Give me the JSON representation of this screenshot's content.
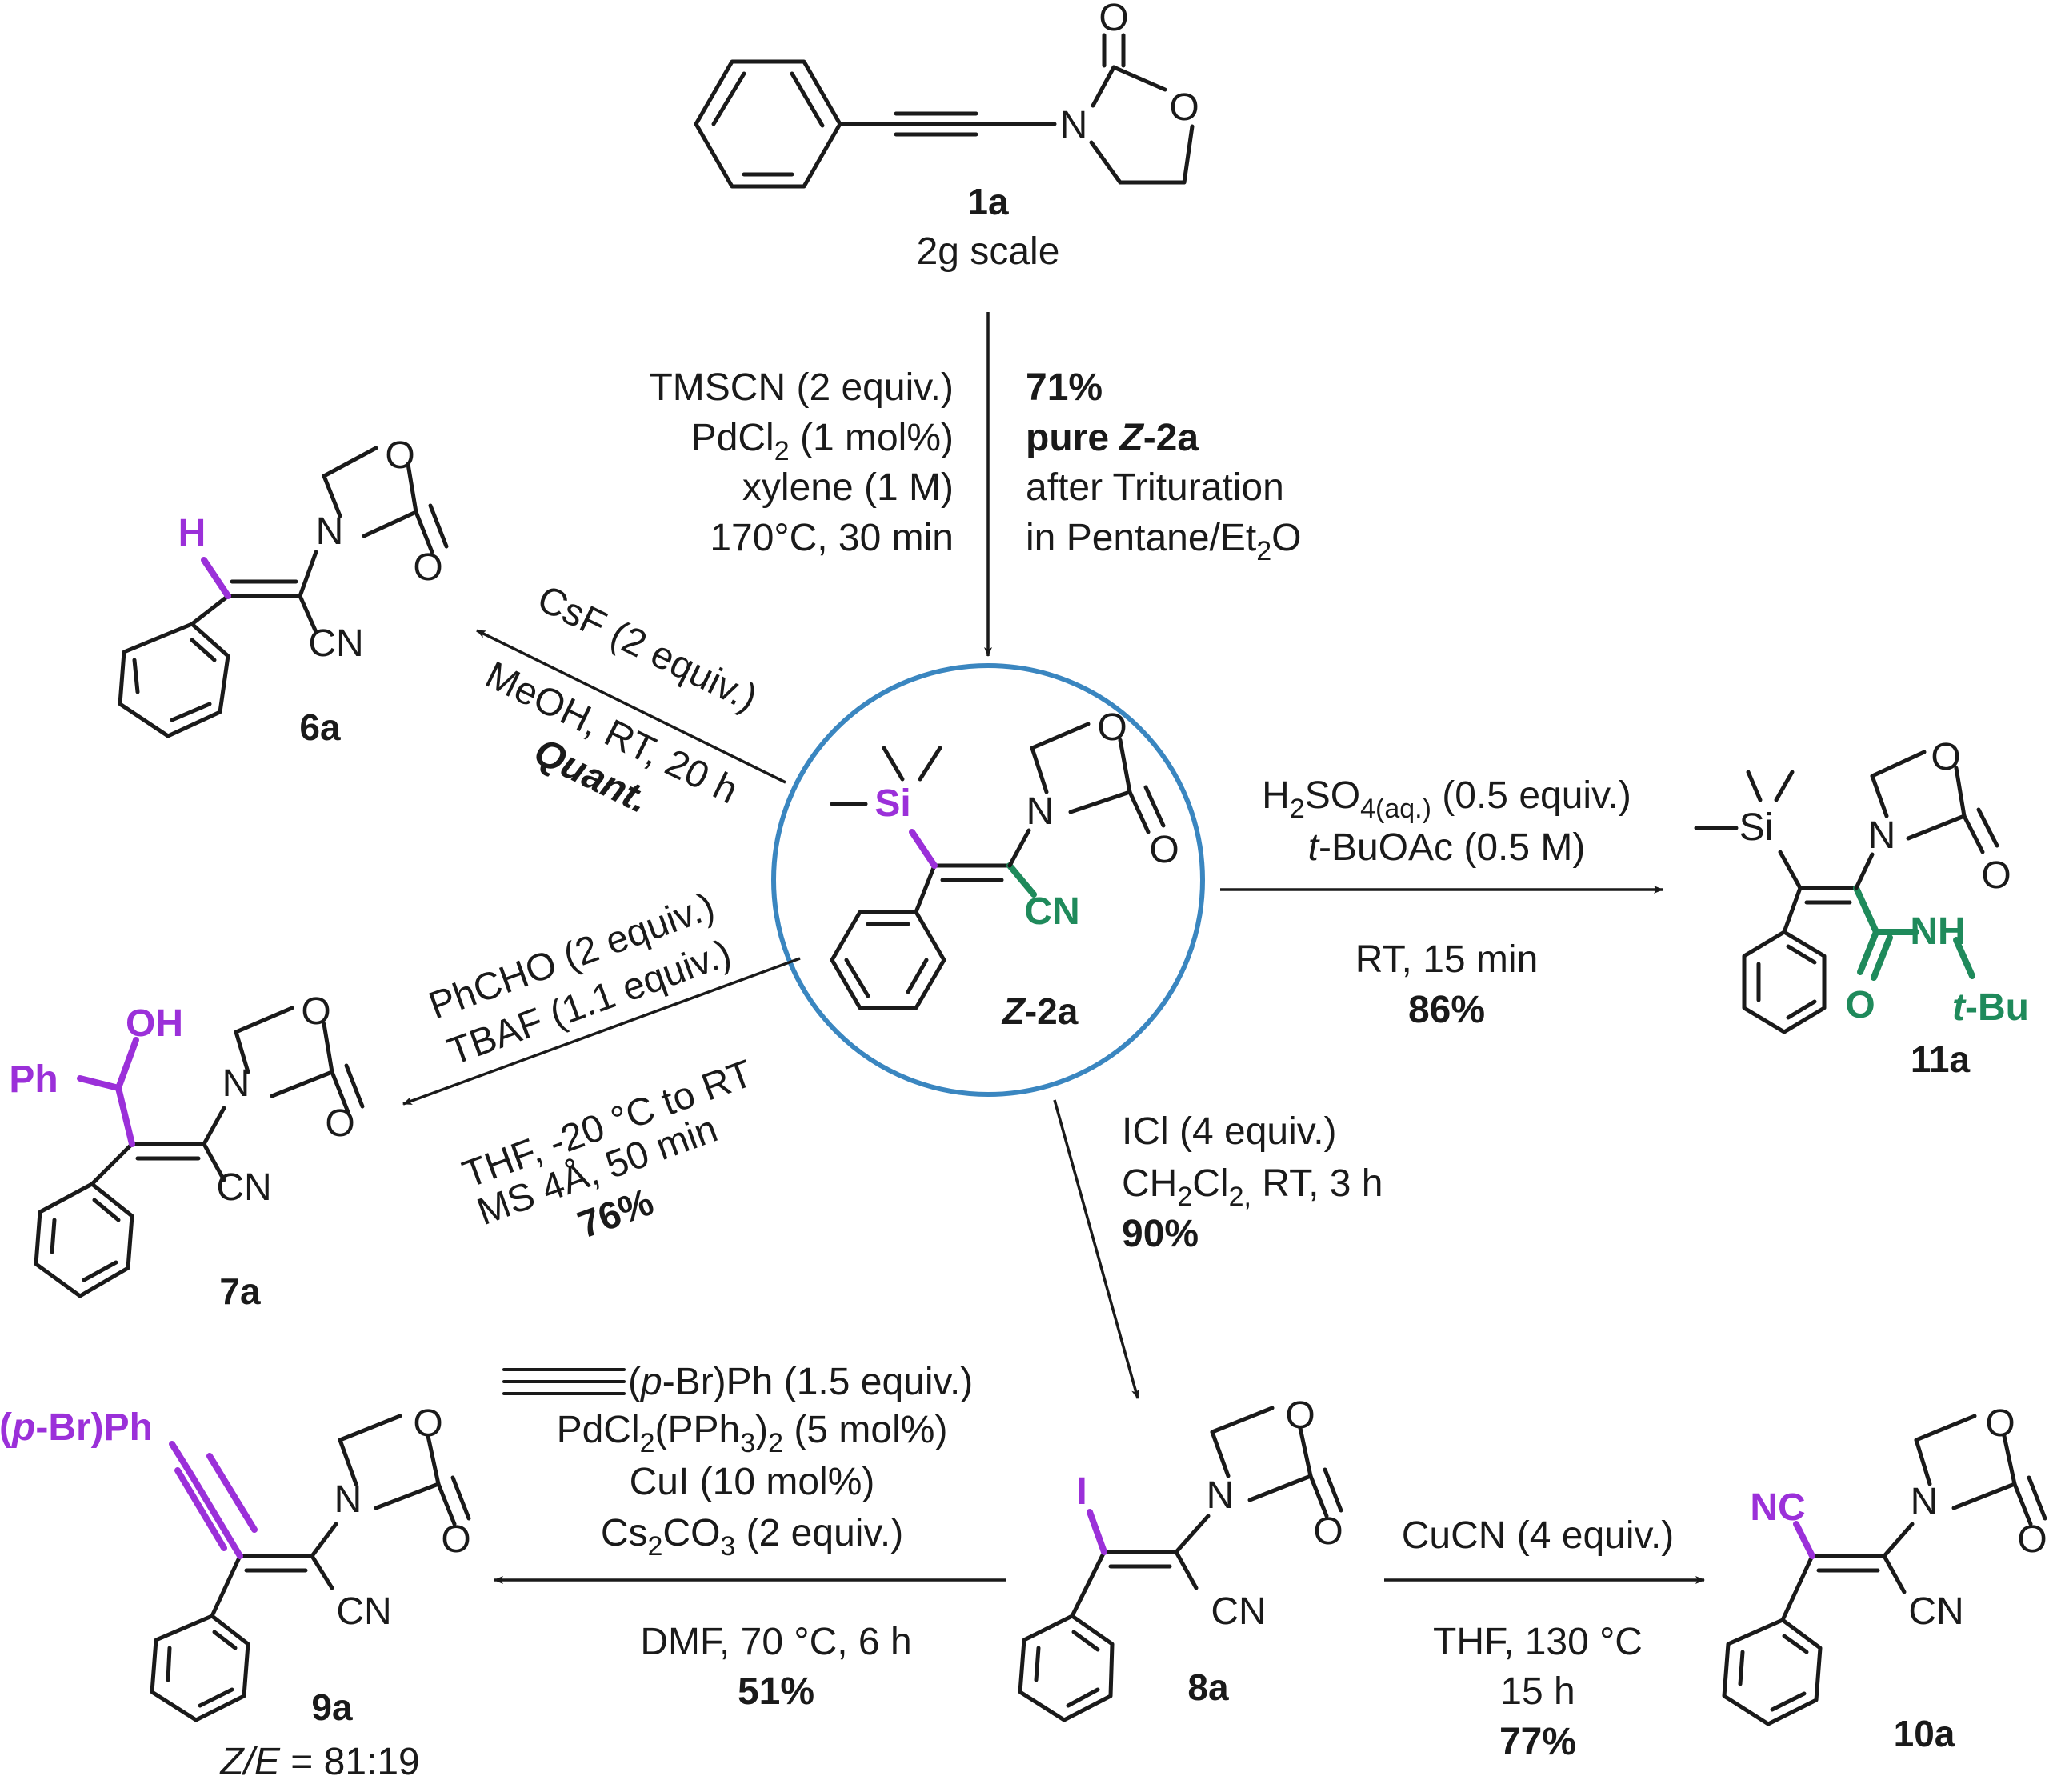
{
  "colors": {
    "text": "#1a1a1a",
    "highlight_purple": "#9b30d9",
    "highlight_green": "#1f8a5b",
    "circle_blue": "#3a86c0"
  },
  "compounds": {
    "c1a": {
      "label": "1a",
      "note": "2g scale",
      "atoms": {
        "O_carbonyl": "O",
        "O_ring": "O",
        "N": "N"
      }
    },
    "c2a": {
      "label_prefix": "Z",
      "label_suffix": "-2a",
      "atoms": {
        "Si": "Si",
        "CN": "CN",
        "N": "N",
        "O_ring": "O",
        "O_carbonyl": "O"
      }
    },
    "c6a": {
      "label": "6a",
      "atoms": {
        "H": "H",
        "CN": "CN",
        "N": "N",
        "O_ring": "O",
        "O_carbonyl": "O"
      }
    },
    "c7a": {
      "label": "7a",
      "atoms": {
        "Ph": "Ph",
        "OH": "OH",
        "CN": "CN",
        "N": "N",
        "O_ring": "O",
        "O_carbonyl": "O"
      }
    },
    "c8a": {
      "label": "8a",
      "atoms": {
        "I": "I",
        "CN": "CN",
        "N": "N",
        "O_ring": "O",
        "O_carbonyl": "O"
      }
    },
    "c9a": {
      "label": "9a",
      "ratio_prefix": "Z/E",
      "ratio_value": " = 81:19",
      "atoms": {
        "pBrPh_open": "(",
        "pBrPh_p": "p",
        "pBrPh_rest": "-Br)Ph",
        "CN": "CN",
        "N": "N",
        "O_ring": "O",
        "O_carbonyl": "O"
      }
    },
    "c10a": {
      "label": "10a",
      "atoms": {
        "NC": "NC",
        "CN": "CN",
        "N": "N",
        "O_ring": "O",
        "O_carbonyl": "O"
      }
    },
    "c11a": {
      "label": "11a",
      "atoms": {
        "Si": "Si",
        "NH": "NH",
        "O_amide": "O",
        "tBu_t": "t",
        "tBu_rest": "-Bu",
        "N": "N",
        "O_ring": "O",
        "O_carbonyl": "O"
      }
    }
  },
  "reactions": {
    "step_1a_to_2a": {
      "left": {
        "l1": "TMSCN (2 equiv.)",
        "l2_a": "PdCl",
        "l2_sub": "2",
        "l2_b": " (1 mol%)",
        "l3": "xylene (1 M)",
        "l4": "170°C, 30 min"
      },
      "right": {
        "yield": "71%",
        "pure_a": "pure ",
        "pure_z": "Z",
        "pure_b": "-2a",
        "r3": "after Trituration",
        "r4_a": "in Pentane/Et",
        "r4_sub": "2",
        "r4_b": "O"
      }
    },
    "to_6a": {
      "l1": "CsF (2 equiv.)",
      "l2": "MeOH, RT, 20 h",
      "l3": "Quant."
    },
    "to_7a": {
      "l1": "PhCHO (2 equiv.)",
      "l2": "TBAF (1.1 equiv.)",
      "l3": "THF, -20 °C to RT",
      "l4": "MS 4Å, 50 min",
      "l5": "76%"
    },
    "to_11a": {
      "l1_a": "H",
      "l1_sub1": "2",
      "l1_b": "SO",
      "l1_sub2": "4(aq.)",
      "l1_c": " (0.5 equiv.)",
      "l2_t": "t",
      "l2_rest": "-BuOAc (0.5 M)",
      "l3": "RT, 15 min",
      "l4": "86%"
    },
    "to_8a": {
      "l1": "ICl (4 equiv.)",
      "l2_a": "CH",
      "l2_sub1": "2",
      "l2_b": "Cl",
      "l2_sub2": "2,",
      "l2_c": " RT, 3 h",
      "l3": "90%"
    },
    "to_9a": {
      "l1_a": "(",
      "l1_p": "p",
      "l1_b": "-Br)Ph  (1.5 equiv.)",
      "l2_a": "PdCl",
      "l2_sub1": "2",
      "l2_b": "(PPh",
      "l2_sub2": "3",
      "l2_c": ")",
      "l2_sub3": "2",
      "l2_d": " (5 mol%)",
      "l3": "CuI (10 mol%)",
      "l4_a": "Cs",
      "l4_sub1": "2",
      "l4_b": "CO",
      "l4_sub2": "3",
      "l4_c": " (2 equiv.)",
      "l5": "DMF, 70 °C, 6 h",
      "l6": "51%"
    },
    "to_10a": {
      "l1": "CuCN (4 equiv.)",
      "l2": "THF, 130 °C",
      "l3": "15 h",
      "l4": "77%"
    }
  }
}
